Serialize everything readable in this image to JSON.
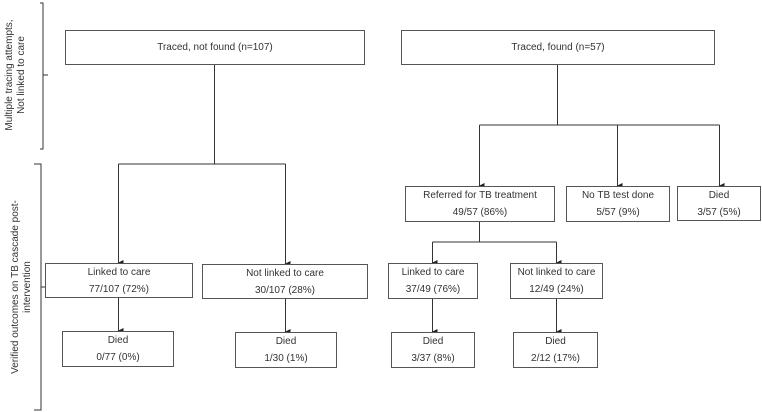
{
  "side_labels": {
    "top": [
      "Multiple tracing attempts,",
      "Not linked to care"
    ],
    "bottom": [
      "Verified outcomes on TB cascade post-",
      "intervention"
    ]
  },
  "left_tree": {
    "root": "Traced, not found (n=107)",
    "linked": {
      "label": "Linked to care",
      "value": "77/107 (72%)"
    },
    "not_linked": {
      "label": "Not linked to care",
      "value": "30/107 (28%)"
    },
    "linked_died": {
      "label": "Died",
      "value": "0/77 (0%)"
    },
    "not_linked_died": {
      "label": "Died",
      "value": "1/30 (1%)"
    }
  },
  "right_tree": {
    "root": "Traced, found (n=57)",
    "referred": {
      "label": "Referred for TB treatment",
      "value": "49/57 (86%)"
    },
    "no_test": {
      "label": "No TB test done",
      "value": "5/57 (9%)"
    },
    "died": {
      "label": "Died",
      "value": "3/57 (5%)"
    },
    "linked": {
      "label": "Linked to care",
      "value": "37/49 (76%)"
    },
    "not_linked": {
      "label": "Not linked to care",
      "value": "12/49 (24%)"
    },
    "linked_died": {
      "label": "Died",
      "value": "3/37 (8%)"
    },
    "not_linked_died": {
      "label": "Died",
      "value": "2/12 (17%)"
    }
  }
}
